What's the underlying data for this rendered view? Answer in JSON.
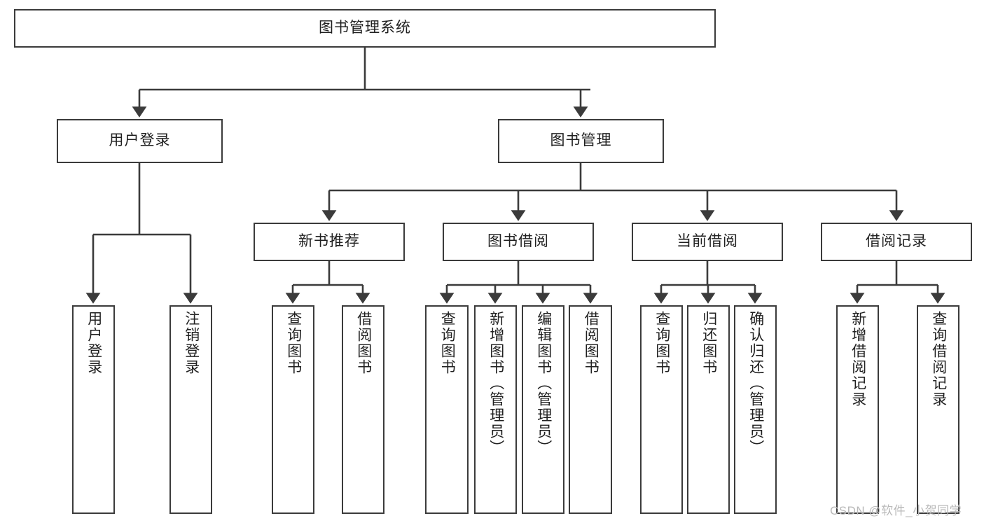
{
  "diagram": {
    "title": "图书管理系统",
    "watermark": "CSDN @软件_小贺同学",
    "line_color": "#3b3b3b",
    "box_fill": "#ffffff",
    "text_color": "#202020",
    "watermark_color": "#b9b9b9"
  },
  "nodes": {
    "root": {
      "label": "图书管理系统"
    },
    "level2": [
      {
        "label": "用户登录"
      },
      {
        "label": "图书管理"
      }
    ],
    "level3": [
      {
        "label": "新书推荐"
      },
      {
        "label": "图书借阅"
      },
      {
        "label": "当前借阅"
      },
      {
        "label": "借阅记录"
      }
    ],
    "leaves": {
      "user_login": [
        {
          "label": "用户登录"
        },
        {
          "label": "注销登录"
        }
      ],
      "new_book_recommend": [
        {
          "label": "查询图书"
        },
        {
          "label": "借阅图书"
        }
      ],
      "book_borrow": [
        {
          "label": "查询图书"
        },
        {
          "label": "新增图书（管理员）"
        },
        {
          "label": "编辑图书（管理员）"
        },
        {
          "label": "借阅图书"
        }
      ],
      "current_borrow": [
        {
          "label": "查询图书"
        },
        {
          "label": "归还图书"
        },
        {
          "label": "确认归还（管理员）"
        }
      ],
      "borrow_record": [
        {
          "label": "新增借阅记录"
        },
        {
          "label": "查询借阅记录"
        }
      ]
    }
  }
}
